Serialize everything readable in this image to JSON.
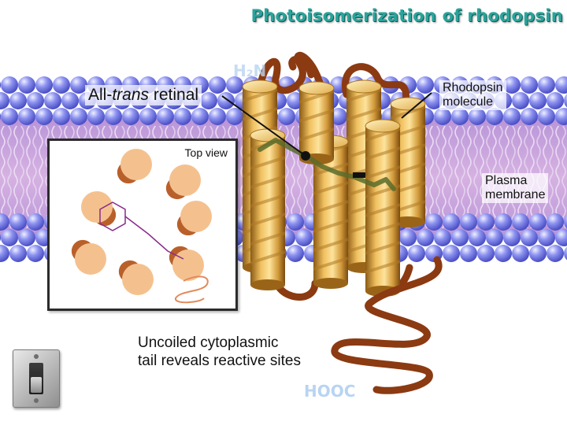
{
  "title": "Photoisomerization of rhodopsin",
  "labels": {
    "retinal_prefix": "All-",
    "retinal_italic": "trans",
    "retinal_suffix": " retinal",
    "rhodopsin_line1": "Rhodopsin",
    "rhodopsin_line2": "molecule",
    "plasma_line1": "Plasma",
    "plasma_line2": "membrane",
    "tail_line1": "Uncoiled cytoplasmic",
    "tail_line2": "tail reveals reactive sites",
    "n_terminus": "H₂N",
    "c_terminus": "HOOC"
  },
  "inset": {
    "title": "Top view"
  },
  "colors": {
    "title": "#2aa39b",
    "membrane_head": "#7b7fe8",
    "membrane_core": "#c49ad6",
    "helix": "#d9a441",
    "loop": "#8b3a12",
    "retinal": "#5b6b2a",
    "inset_circle": "#f4c18e",
    "inset_shade": "#b9602a"
  },
  "icons": {
    "toggle": "light-switch-icon"
  }
}
